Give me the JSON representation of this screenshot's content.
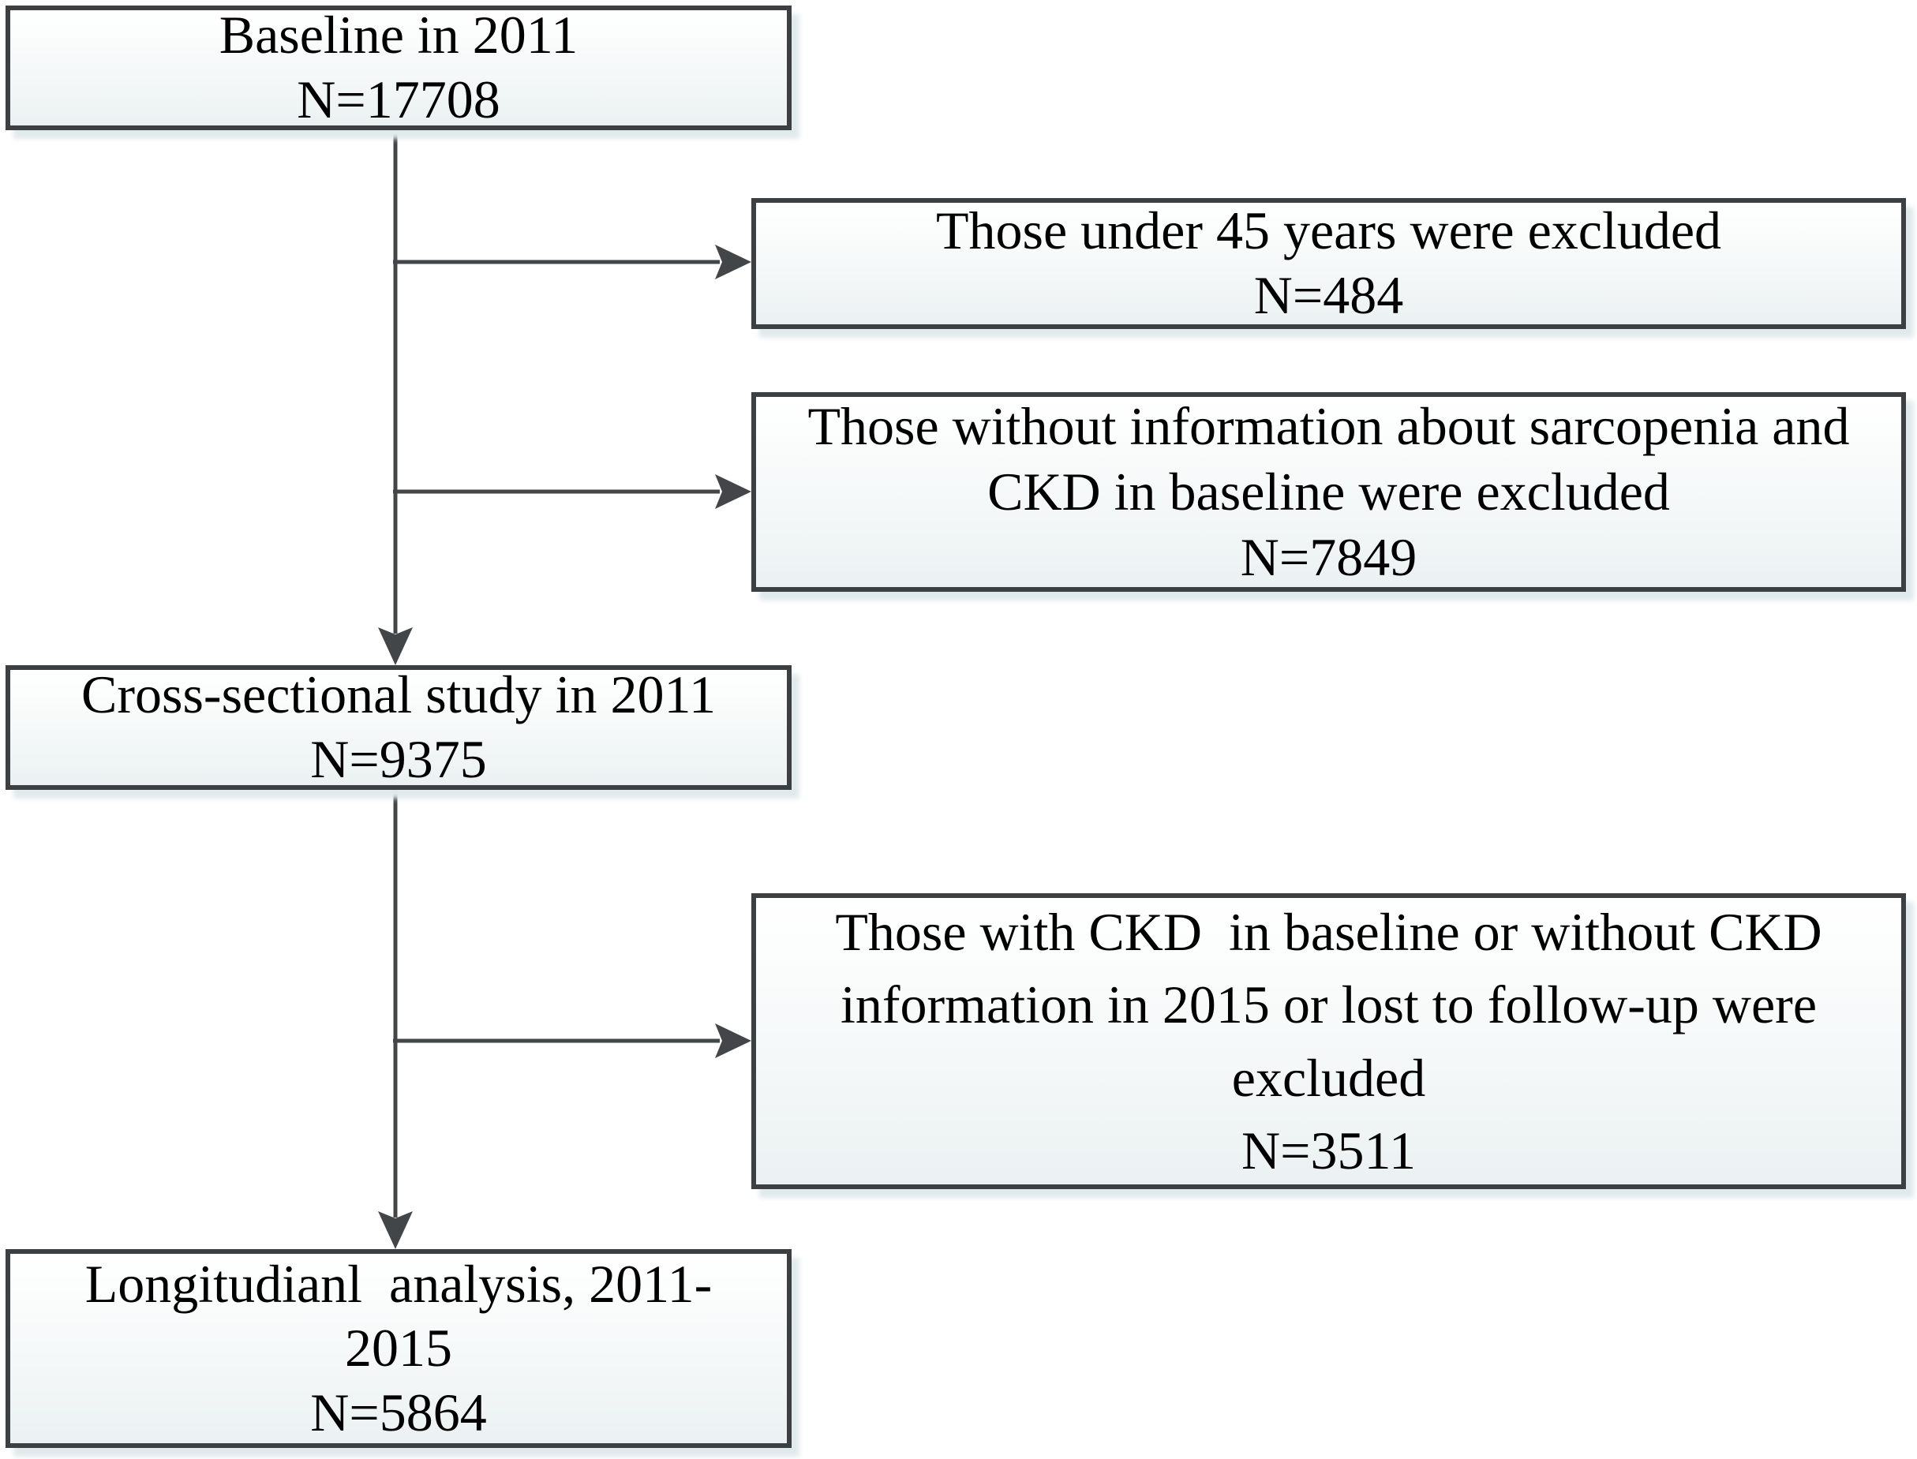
{
  "figure": {
    "type": "flowchart",
    "boxes": {
      "baseline": {
        "lines": [
          "Baseline in 2011",
          "N=17708"
        ]
      },
      "excluded_under_45": {
        "lines": [
          "Those under 45 years were excluded",
          "N=484"
        ]
      },
      "excluded_missing_info": {
        "lines": [
          "Those without information about sarcopenia and",
          "CKD in baseline were excluded",
          "N=7849"
        ]
      },
      "cross_sectional": {
        "lines": [
          "Cross-sectional study in 2011",
          "N=9375"
        ]
      },
      "excluded_ckd_followup": {
        "lines": [
          "Those with CKD  in baseline or without CKD",
          "information in 2015 or lost to follow-up were",
          "excluded",
          "N=3511"
        ]
      },
      "longitudinal": {
        "lines": [
          "Longitudianl  analysis, 2011-",
          "2015",
          "N=5864"
        ]
      }
    },
    "colors": {
      "outline": "#3d4042",
      "connector": "#434648",
      "text": "#000000",
      "box_fill_top": "#ffffff",
      "box_fill_mid": "#f6f9f9",
      "box_fill_bottom": "#ebf1f2",
      "shadow": "#e0eaec",
      "background": "#ffffff"
    }
  }
}
